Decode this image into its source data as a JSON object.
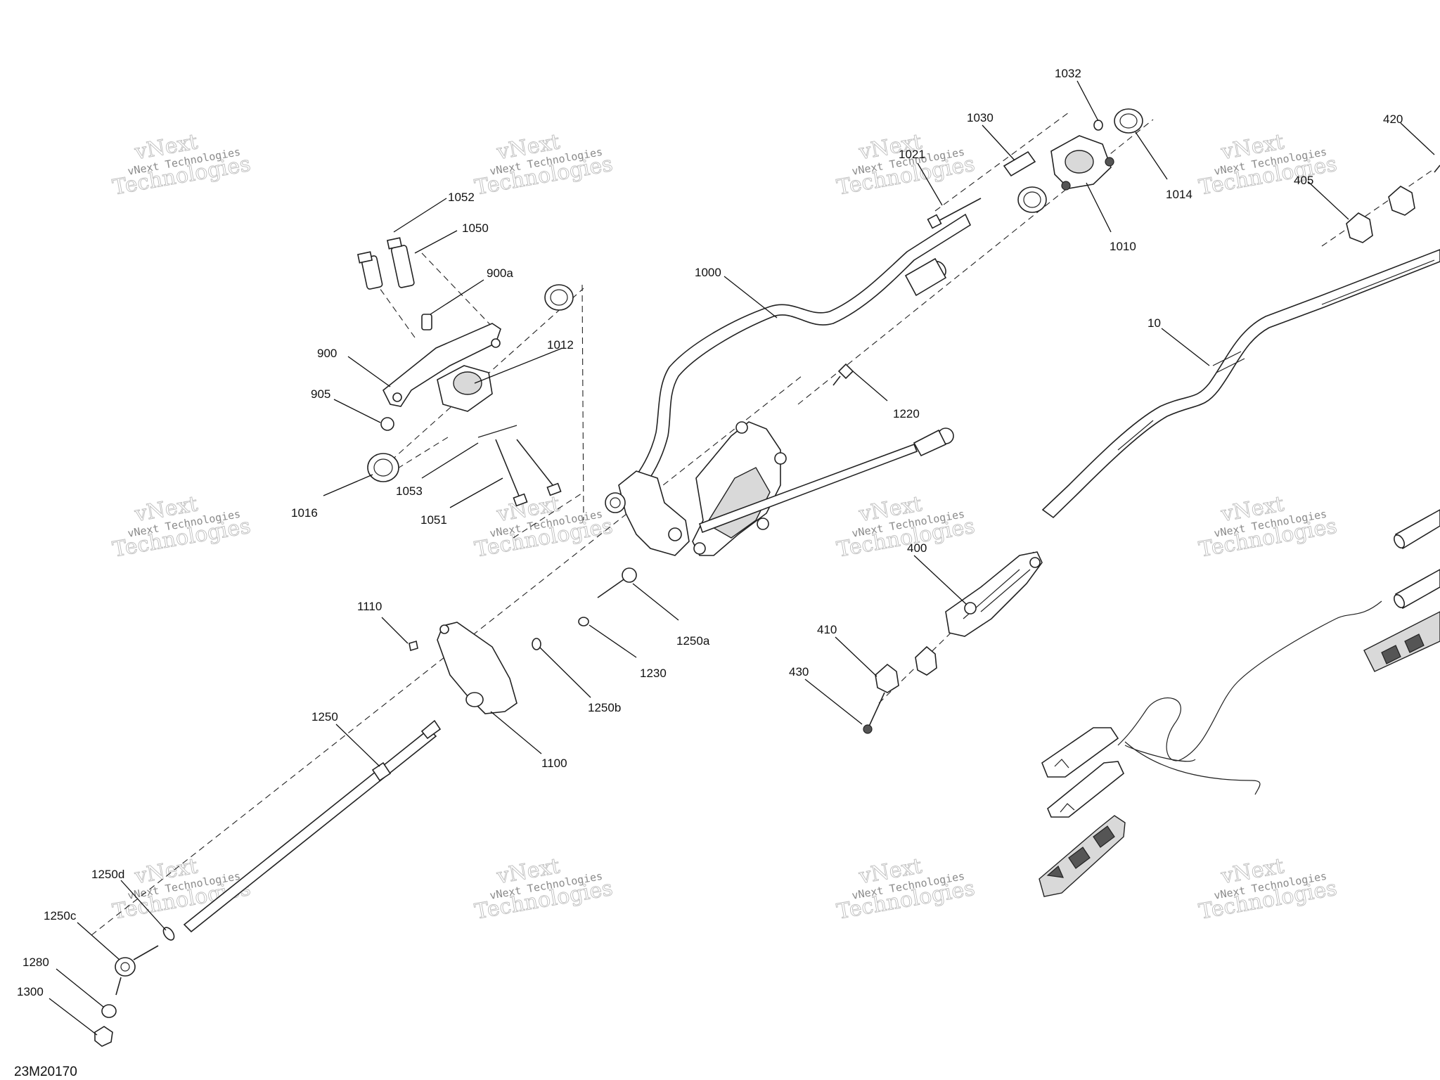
{
  "diagram_id": "23M20170",
  "watermark": {
    "line1": "vNext",
    "line2": "Technologies",
    "small": "vNext Technologies"
  },
  "callouts": {
    "p1032": "1032",
    "p1030": "1030",
    "p1021": "1021",
    "p1014": "1014",
    "p1010": "1010",
    "p420": "420",
    "p405": "405",
    "p1052": "1052",
    "p1050": "1050",
    "p900a": "900a",
    "p1000": "1000",
    "p900": "900",
    "p1012": "1012",
    "p10": "10",
    "p905": "905",
    "p1220": "1220",
    "p1016": "1016",
    "p1053": "1053",
    "p1051": "1051",
    "p400": "400",
    "p1110": "1110",
    "p1250a": "1250a",
    "p410": "410",
    "p430": "430",
    "p1230": "1230",
    "p1250b": "1250b",
    "p1250": "1250",
    "p1100": "1100",
    "p1250d": "1250d",
    "p1250c": "1250c",
    "p1280": "1280",
    "p1300": "1300"
  }
}
